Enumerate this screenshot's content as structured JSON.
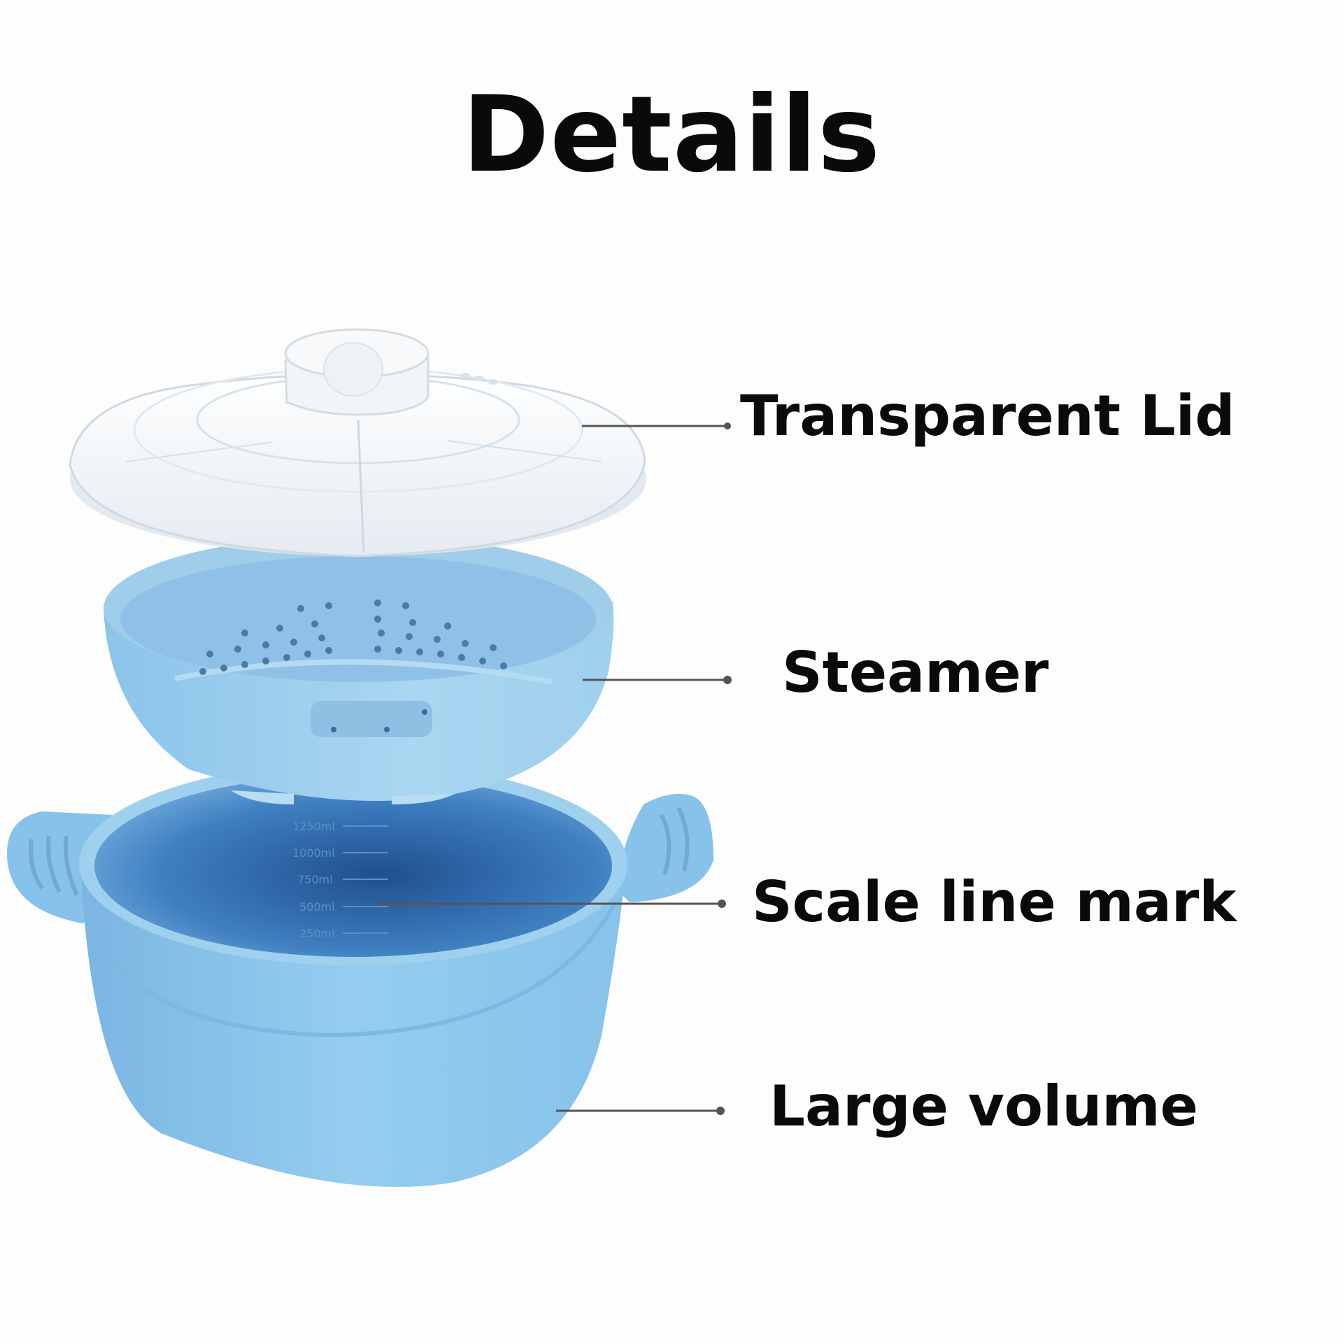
{
  "title": "Details",
  "labels": {
    "lid": "Transparent Lid",
    "steamer": "Steamer",
    "scale": "Scale line mark",
    "volume": "Large volume"
  },
  "scale_marks": [
    "1250ml",
    "1000ml",
    "750ml",
    "500ml",
    "250ml"
  ],
  "colors": {
    "pot_blue": "#8cc8ec",
    "pot_inner": "#3f7fbf",
    "steamer_blue": "#a8d4ee",
    "lid_clear": "#eef3f7",
    "text": "#0a0a0a",
    "leader_line": "#555555"
  }
}
